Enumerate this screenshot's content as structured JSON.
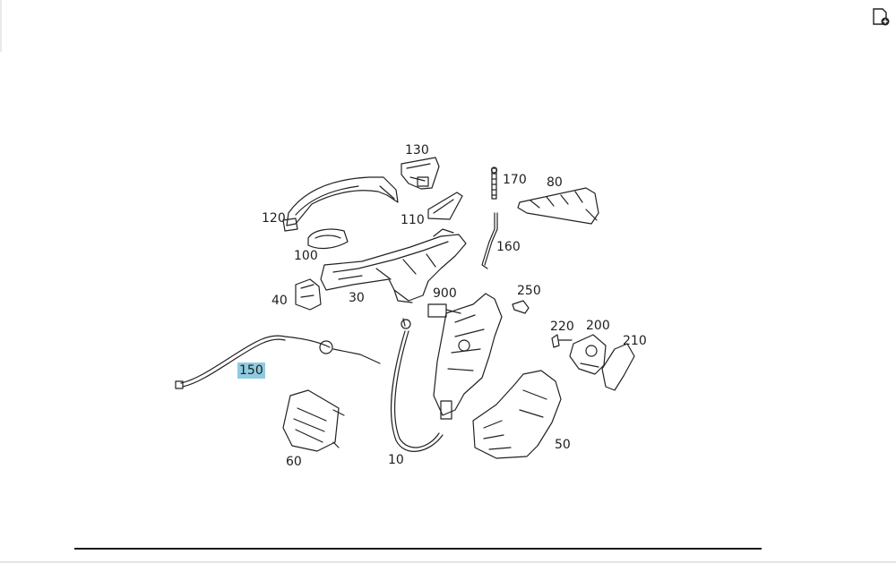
{
  "toolbar": {
    "add_to_list_icon": "document-add-icon"
  },
  "diagram": {
    "selected_part": "150",
    "callouts": {
      "p130": "130",
      "p170": "170",
      "p80": "80",
      "p120": "120",
      "p110": "110",
      "p160": "160",
      "p100": "100",
      "p900": "900",
      "p250": "250",
      "p40": "40",
      "p30": "30",
      "p220": "220",
      "p200": "200",
      "p210": "210",
      "p150": "150",
      "p60": "60",
      "p10": "10",
      "p50": "50"
    }
  },
  "colors": {
    "highlight": "#8fcbe0",
    "line": "#222222"
  }
}
